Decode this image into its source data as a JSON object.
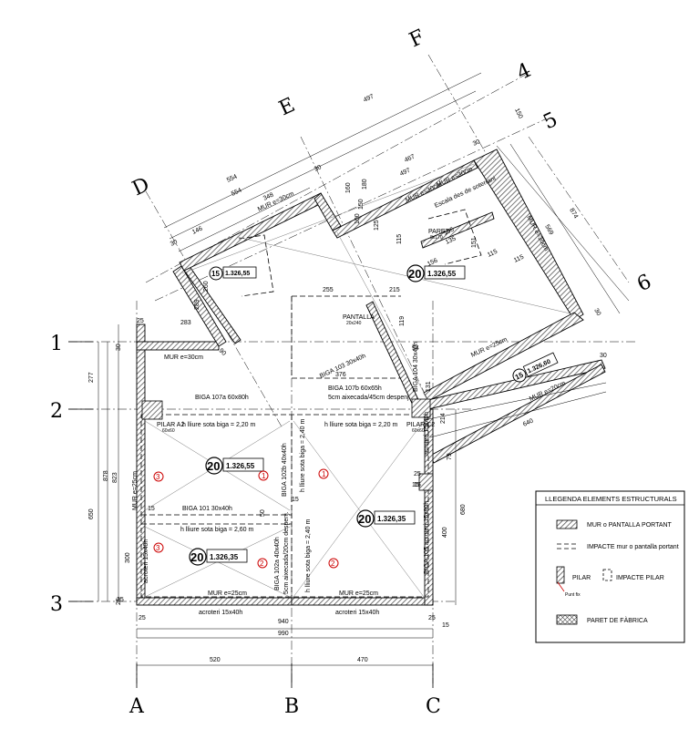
{
  "grid_labels": {
    "letters": [
      "A",
      "B",
      "C",
      "D",
      "E",
      "F"
    ],
    "numbers": [
      "1",
      "2",
      "3",
      "4",
      "5",
      "6"
    ]
  },
  "dimensions": {
    "top": [
      "497",
      "554",
      "554",
      "348",
      "146",
      "30",
      "467",
      "497",
      "30",
      "30",
      "150",
      "90"
    ],
    "right": [
      "874",
      "569",
      "30",
      "640",
      "214",
      "79",
      "30",
      "25",
      "115",
      "15"
    ],
    "left": [
      "277",
      "878",
      "650",
      "823",
      "300",
      "30",
      "25",
      "25"
    ],
    "bottom_total": "990",
    "bottom_overall": "940",
    "bottom_parts": [
      "520",
      "470"
    ],
    "bottom_small": [
      "25",
      "25",
      "15"
    ],
    "inner": [
      "255",
      "215",
      "283",
      "376",
      "119",
      "94",
      "131",
      "180",
      "160",
      "150",
      "100",
      "115",
      "125",
      "135",
      "156",
      "151",
      "195",
      "260",
      "115",
      "289",
      "50",
      "15",
      "15",
      "15",
      "25",
      "680",
      "400"
    ]
  },
  "walls": [
    "MUR e=30cm",
    "MUR e=30cm",
    "MUR e=30cm",
    "MUR e=30cm",
    "MUR e=25cm",
    "MUR e=25cm",
    "MUR e=25cm",
    "MUR e=25cm",
    "MUR e=20cm",
    "MUR e=30cm"
  ],
  "beams": [
    "BIGA 107a 60x80h",
    "BIGA 107b 60x65h",
    "5cm aixecada/45cm despenj.",
    "BIGA 103 30x40h",
    "BIGA 101 30x40h",
    "BIGA 102b 40x40h",
    "BIGA 102a 40x40h",
    "5cm aixecada/20cm despenj.",
    "BIGA 104 30x40h",
    "BIGA 105 acroteri 15x80h",
    "acroteri 15x40h",
    "acroteri 15x40h",
    "acroteri 15x40h",
    "acroteri 15x40h"
  ],
  "labels": {
    "escala": "Escala des de soterrani",
    "paret": "PARET",
    "paret_sub": "8x170",
    "pantalla": "PANTALLA",
    "pantalla_sub": "20x240",
    "pilar_a2": "PILAR A2",
    "pilar_a2_sub": "60x60",
    "pilar_c2": "PILAR C2",
    "pilar_c2_sub": "60x60",
    "h_lliure_1": "h lliure sota biga = 2,20 m",
    "h_lliure_2": "h lliure sota biga = 2,20 m",
    "h_lliure_3": "h lliure sota biga = 2,60 m",
    "h_lliure_v1": "h lliure sota biga = 2,40 m",
    "h_lliure_v2": "h lliure sota biga = 2,40 m"
  },
  "slabs": [
    {
      "num": "20",
      "level": "1.326,55"
    },
    {
      "num": "20",
      "level": "1.326,55"
    },
    {
      "num": "20",
      "level": "1.326,35"
    },
    {
      "num": "20",
      "level": "1.326,35"
    },
    {
      "num": "15",
      "level": "1.326,55"
    },
    {
      "num": "15",
      "level": "1.326,60"
    }
  ],
  "section_marks": [
    "3",
    "1",
    "1",
    "3",
    "2",
    "2"
  ],
  "legend": {
    "title": "LLEGENDA ELEMENTS ESTRUCTURALS",
    "mur": "MUR o PANTALLA PORTANT",
    "impacte": "IMPACTE mur o pantalla portant",
    "pilar": "PILAR",
    "impacte_pilar": "IMPACTE PILAR",
    "punt_fix": "Punt fix",
    "paret": "PARET DE FÀBRICA"
  },
  "colors": {
    "line": "#000000",
    "accent": "#cc0000",
    "hatch": "#555555"
  }
}
